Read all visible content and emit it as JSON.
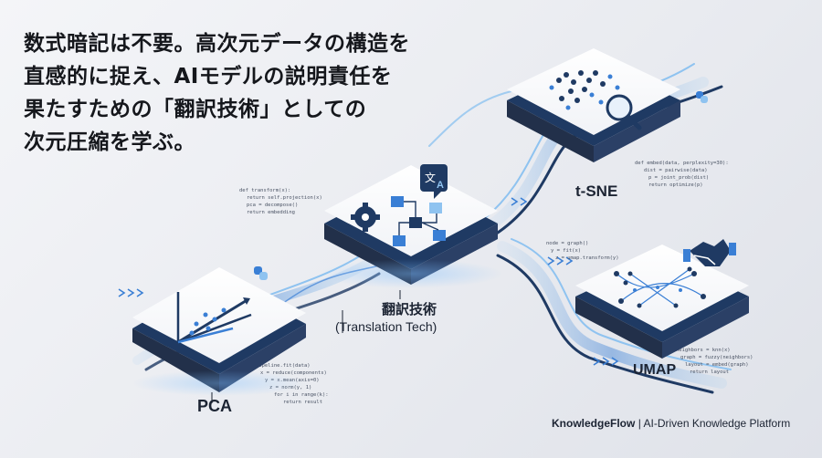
{
  "headline": {
    "line1": "数式暗記は不要。高次元データの構造を",
    "line2": "直感的に捉え、AIモデルの説明責任を",
    "line3": "果たすための「翻訳技術」としての",
    "line4": "次元圧縮を学ぶ。"
  },
  "modules": {
    "pca": {
      "label": "PCA",
      "icon": "scatter-axes-icon"
    },
    "translation": {
      "label": "翻訳技術",
      "sublabel": "(Translation Tech)",
      "icons": [
        "gear-icon",
        "flowchart-icon",
        "translate-icon"
      ]
    },
    "tsne": {
      "label": "t-SNE",
      "icon": "magnifier-cluster-icon"
    },
    "umap": {
      "label": "UMAP",
      "icon": "handshake-icon"
    }
  },
  "footer": {
    "brand": "KnowledgeFlow",
    "separator": "|",
    "tagline": "AI-Driven Knowledge Platform"
  },
  "colors": {
    "navy": "#1f3a63",
    "accent_blue": "#3a7fd5",
    "light_blue": "#8fc3f0",
    "background": "#eceef2"
  }
}
